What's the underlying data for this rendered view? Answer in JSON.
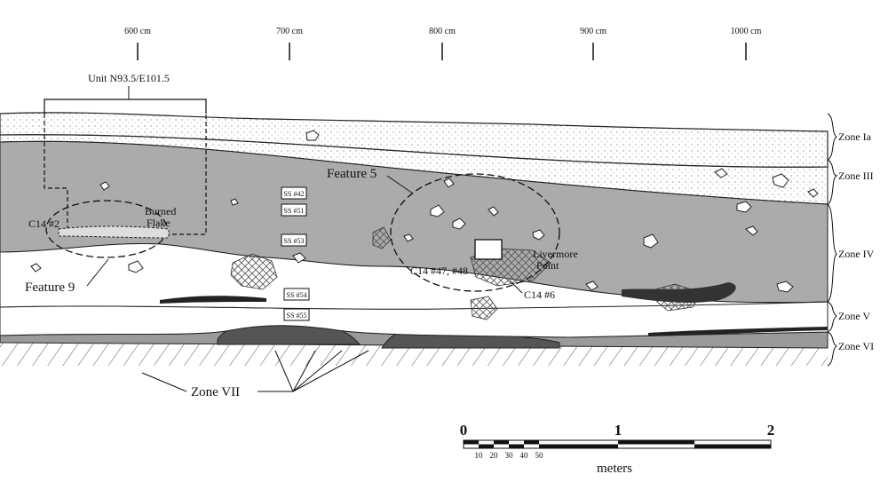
{
  "distance_marks": [
    "600 cm",
    "700 cm",
    "800 cm",
    "900 cm",
    "1000 cm"
  ],
  "unit_label": "Unit N93.5/E101.5",
  "zones": [
    "Zone Ia",
    "Zone III",
    "Zone IV",
    "Zone V",
    "Zone VI",
    "Zone VII"
  ],
  "features": {
    "feature5": "Feature 5",
    "feature9": "Feature 9",
    "burned_flake_line1": "Burned",
    "burned_flake_line2": "Flake",
    "livermore_line1": "Livermore",
    "livermore_line2": "Point"
  },
  "samples": {
    "c14_2": "C14 #2",
    "c14_47_48": "C14 #47, #48",
    "c14_6": "C14 #6"
  },
  "soil_samples": [
    "SS #42",
    "SS #51",
    "SS #53",
    "SS #54",
    "SS #55"
  ],
  "scale_bar": {
    "major_labels": [
      "0",
      "1",
      "2"
    ],
    "minor_labels": [
      "10",
      "20",
      "30",
      "40",
      "50"
    ],
    "unit": "meters"
  }
}
